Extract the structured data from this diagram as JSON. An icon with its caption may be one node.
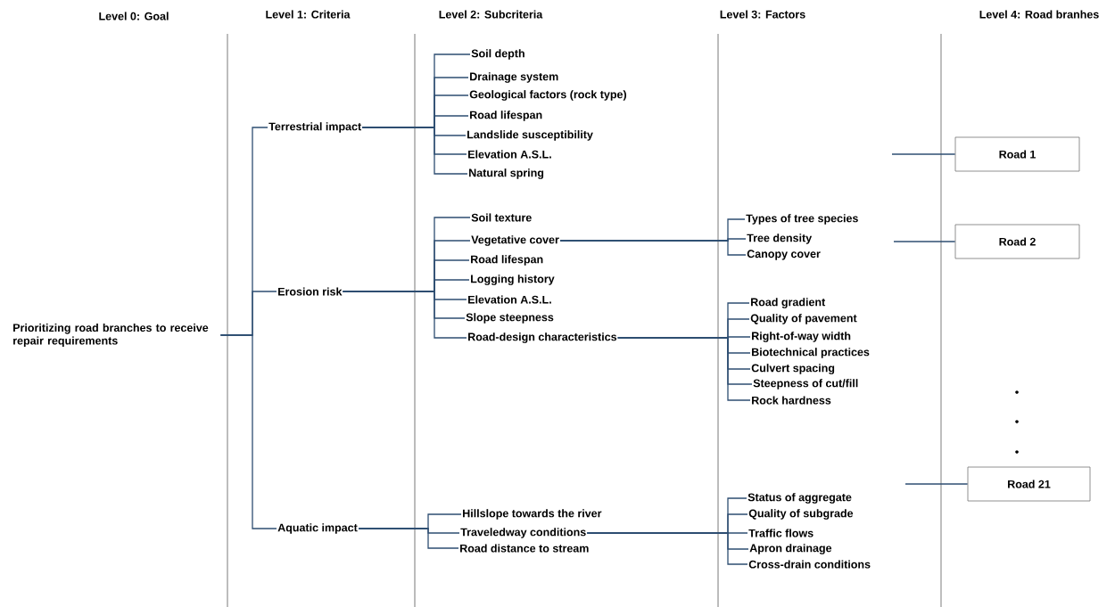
{
  "diagram": {
    "nodes": [
      {
        "text": [
          "Prioritizing road branches to receive repair requirements"
        ]
      },
      {
        "text": [
          "Terrestrial impact"
        ]
      },
      {
        "text": [
          "Erosion risk"
        ]
      },
      {
        "text": [
          "Aquatic impact"
        ]
      },
      {
        "text": [
          "Soil depth"
        ]
      },
      {
        "text": [
          "Drainage system"
        ]
      },
      {
        "text": [
          "Geological factors (rock type)"
        ]
      },
      {
        "text": [
          "Road lifespan"
        ]
      },
      {
        "text": [
          "Landslide susceptibility"
        ]
      },
      {
        "text": [
          "Elevation A.S.L."
        ]
      },
      {
        "text": [
          "Natural spring"
        ]
      },
      {
        "text": [
          "Soil texture"
        ]
      },
      {
        "text": [
          "Vegetative cover"
        ]
      },
      {
        "text": [
          "Road lifespan"
        ]
      },
      {
        "text": [
          "Logging history"
        ]
      },
      {
        "text": [
          "Elevation A.S.L."
        ]
      },
      {
        "text": [
          "Slope steepness"
        ]
      },
      {
        "text": [
          "Road-design characteristics"
        ]
      },
      {
        "text": [
          "Hillslope towards the river"
        ]
      },
      {
        "text": [
          "Traveledway conditions"
        ]
      },
      {
        "text": [
          "Road distance to stream"
        ]
      },
      {
        "text": [
          "Types of tree species"
        ]
      },
      {
        "text": [
          "Tree density"
        ]
      },
      {
        "text": [
          "Canopy cover"
        ]
      },
      {
        "text": [
          "Road gradient"
        ]
      },
      {
        "text": [
          "Quality of pavement"
        ]
      },
      {
        "text": [
          "Right-of-way width"
        ]
      },
      {
        "text": [
          "Biotechnical practices"
        ]
      },
      {
        "text": [
          "Culvert spacing"
        ]
      },
      {
        "text": [
          "Steepness of cut/fill"
        ]
      },
      {
        "text": [
          "Rock hardness"
        ]
      },
      {
        "text": [
          "Status of aggregate"
        ]
      },
      {
        "text": [
          "Quality of subgrade"
        ]
      },
      {
        "text": [
          "Traffic flows"
        ]
      },
      {
        "text": [
          "Apron drainage"
        ]
      },
      {
        "text": [
          "Cross-drain conditions"
        ]
      },
      {
        "text": [
          "Road 1"
        ]
      },
      {
        "text": [
          "Road 2"
        ]
      },
      {
        "text": [
          "Road 21"
        ]
      }
    ],
    "edges": [
      {
        "from": 0,
        "to": 1,
        "arrow": "none"
      },
      {
        "from": 0,
        "to": 2,
        "arrow": "none"
      },
      {
        "from": 0,
        "to": 3,
        "arrow": "none"
      },
      {
        "from": 1,
        "to": 4,
        "arrow": "none"
      },
      {
        "from": 1,
        "to": 5,
        "arrow": "none"
      },
      {
        "from": 1,
        "to": 6,
        "arrow": "none"
      },
      {
        "from": 1,
        "to": 7,
        "arrow": "none"
      },
      {
        "from": 1,
        "to": 8,
        "arrow": "none"
      },
      {
        "from": 1,
        "to": 9,
        "arrow": "none"
      },
      {
        "from": 1,
        "to": 10,
        "arrow": "none"
      },
      {
        "from": 2,
        "to": 11,
        "arrow": "none"
      },
      {
        "from": 2,
        "to": 12,
        "arrow": "none"
      },
      {
        "from": 2,
        "to": 13,
        "arrow": "none"
      },
      {
        "from": 2,
        "to": 14,
        "arrow": "none"
      },
      {
        "from": 2,
        "to": 15,
        "arrow": "none"
      },
      {
        "from": 2,
        "to": 16,
        "arrow": "none"
      },
      {
        "from": 2,
        "to": 17,
        "arrow": "none"
      },
      {
        "from": 3,
        "to": 18,
        "arrow": "none"
      },
      {
        "from": 3,
        "to": 19,
        "arrow": "none"
      },
      {
        "from": 3,
        "to": 20,
        "arrow": "none"
      },
      {
        "from": 12,
        "to": 21,
        "arrow": "none"
      },
      {
        "from": 12,
        "to": 22,
        "arrow": "none"
      },
      {
        "from": 12,
        "to": 23,
        "arrow": "none"
      },
      {
        "from": 17,
        "to": 24,
        "arrow": "none"
      },
      {
        "from": 17,
        "to": 25,
        "arrow": "none"
      },
      {
        "from": 17,
        "to": 26,
        "arrow": "none"
      },
      {
        "from": 17,
        "to": 27,
        "arrow": "none"
      },
      {
        "from": 17,
        "to": 28,
        "arrow": "none"
      },
      {
        "from": 17,
        "to": 29,
        "arrow": "none"
      },
      {
        "from": 17,
        "to": 30,
        "arrow": "none"
      },
      {
        "from": 19,
        "to": 31,
        "arrow": "none"
      },
      {
        "from": 19,
        "to": 32,
        "arrow": "none"
      },
      {
        "from": 19,
        "to": 33,
        "arrow": "none"
      },
      {
        "from": 19,
        "to": 34,
        "arrow": "none"
      },
      {
        "from": 19,
        "to": 35,
        "arrow": "none"
      },
      {
        "from": null,
        "to": 36,
        "arrow": "none"
      },
      {
        "from": null,
        "to": 37,
        "arrow": "none"
      },
      {
        "from": null,
        "to": 38,
        "arrow": "none"
      }
    ],
    "labels": [
      "Level 0: Goal",
      "Level 1: Criteria",
      "Level 2: Subcriteria",
      "Level 3: Factors",
      "Level 4: Road branhes"
    ]
  }
}
